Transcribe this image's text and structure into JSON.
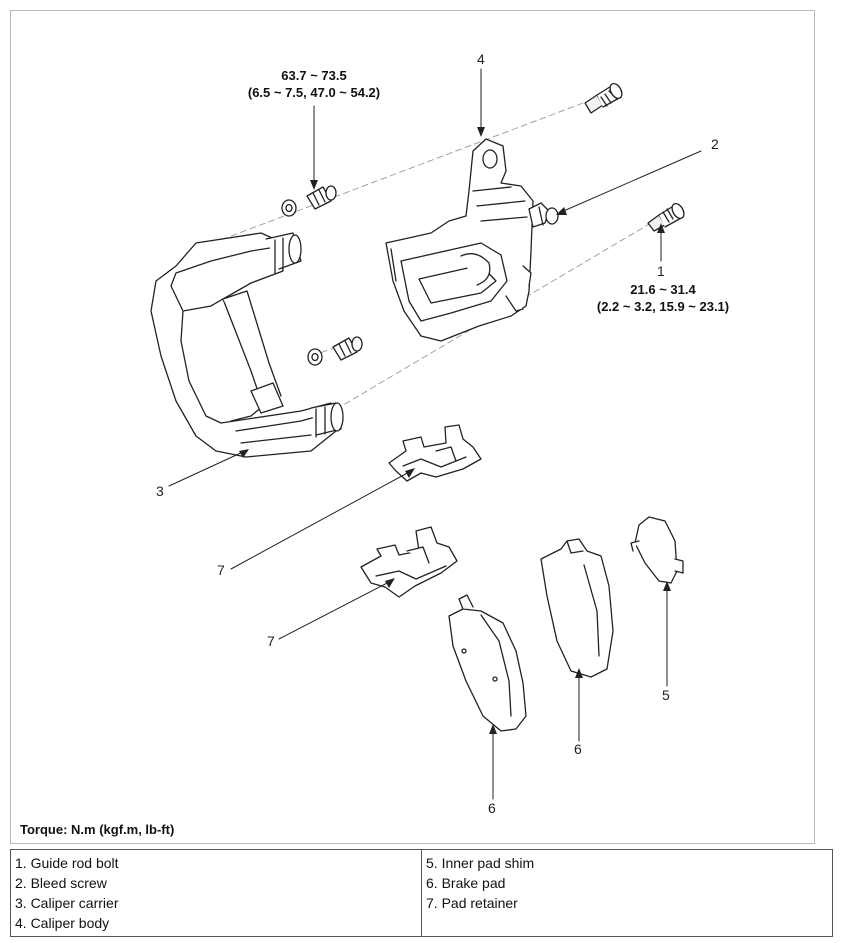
{
  "diagram": {
    "torque_note": "Torque: N.m (kgf.m, lb-ft)",
    "torque_top": {
      "value": "63.7 ~ 73.5",
      "detail": "(6.5 ~ 7.5, 47.0 ~ 54.2)"
    },
    "torque_right": {
      "value": "21.6 ~ 31.4",
      "detail": "(2.2 ~ 3.2, 15.9 ~ 23.1)"
    },
    "callouts": {
      "c4": "4",
      "c2": "2",
      "c1": "1",
      "c3": "3",
      "c7a": "7",
      "c7b": "7",
      "c5": "5",
      "c6a": "6",
      "c6b": "6"
    }
  },
  "legend": {
    "left": [
      "1. Guide rod bolt",
      "2. Bleed screw",
      "3. Caliper carrier",
      "4. Caliper body"
    ],
    "right": [
      "5. Inner pad shim",
      "6. Brake pad",
      "7. Pad retainer"
    ]
  }
}
